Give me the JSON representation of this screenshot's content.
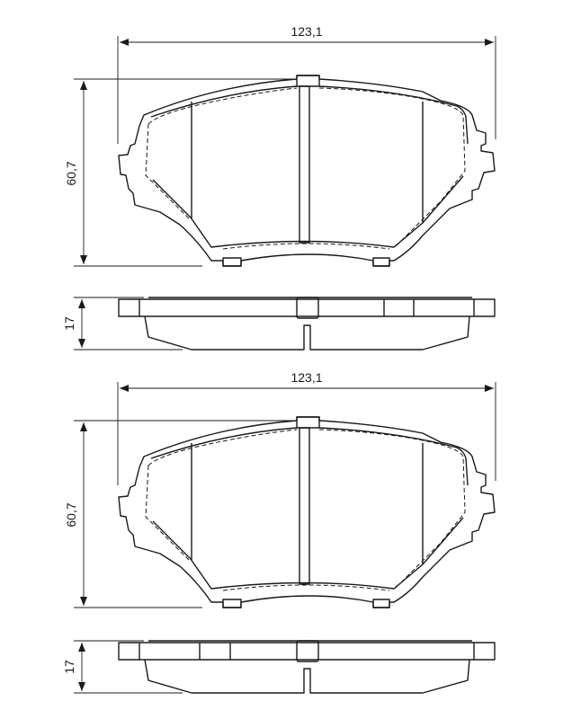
{
  "drawing": {
    "subject": "Brake pad set technical drawing",
    "views": [
      {
        "name": "pad-1-front",
        "width_label": "123,1",
        "height_label": "60,7"
      },
      {
        "name": "pad-1-side",
        "thickness_label": "17"
      },
      {
        "name": "pad-2-front",
        "width_label": "123,1",
        "height_label": "60,7"
      },
      {
        "name": "pad-2-side",
        "thickness_label": "17"
      }
    ]
  }
}
